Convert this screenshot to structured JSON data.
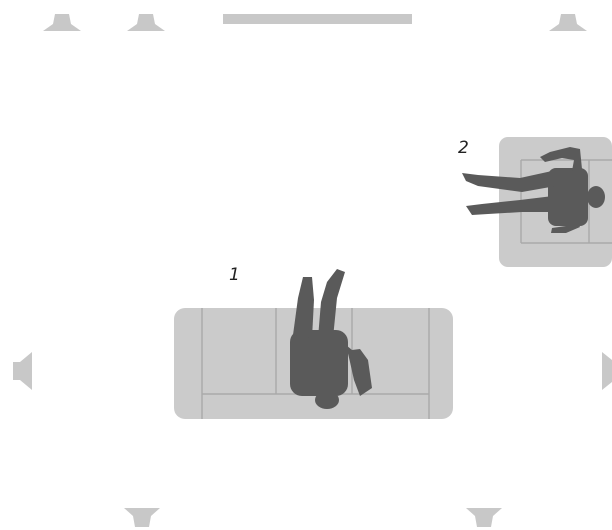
{
  "colors": {
    "speaker": "#c8c8c8",
    "furniture": "#cbcbcb",
    "furniture_line": "#a9a9a9",
    "person": "#5a5a5a",
    "label": "#222222"
  },
  "seating": {
    "sofa": {
      "label": "1",
      "type": "three-seat-sofa"
    },
    "armchair": {
      "label": "2",
      "type": "armchair"
    }
  },
  "speakers": {
    "front": [
      "front-left-speaker",
      "front-center-speaker",
      "front-right-speaker"
    ],
    "soundbar": "soundbar",
    "side": [
      "side-left-speaker",
      "side-right-speaker"
    ],
    "rear": [
      "rear-left-speaker",
      "rear-right-speaker"
    ]
  }
}
